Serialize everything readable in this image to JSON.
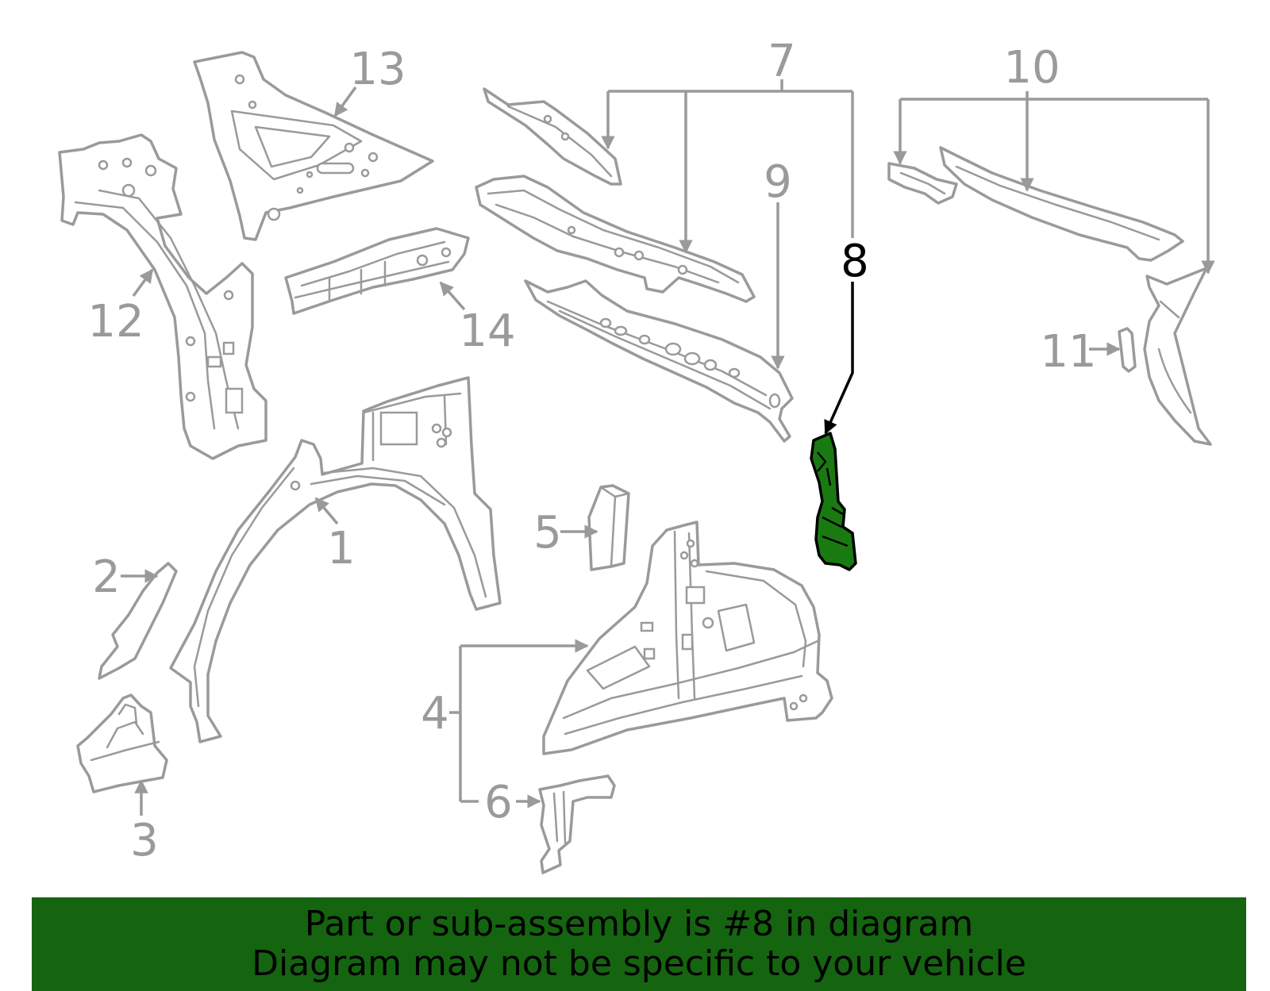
{
  "callouts": {
    "c1": "1",
    "c2": "2",
    "c3": "3",
    "c4": "4",
    "c5": "5",
    "c6": "6",
    "c7": "7",
    "c8": "8",
    "c9": "9",
    "c10": "10",
    "c11": "11",
    "c12": "12",
    "c13": "13",
    "c14": "14"
  },
  "highlighted_part": "8",
  "colors": {
    "highlight_fill": "#1a7a12",
    "banner_bg": "#156410",
    "line_gray": "#9a9a9a"
  },
  "banner": {
    "line1": "Part or sub-assembly is #8 in diagram",
    "line2": "Diagram may not be specific to your vehicle"
  }
}
